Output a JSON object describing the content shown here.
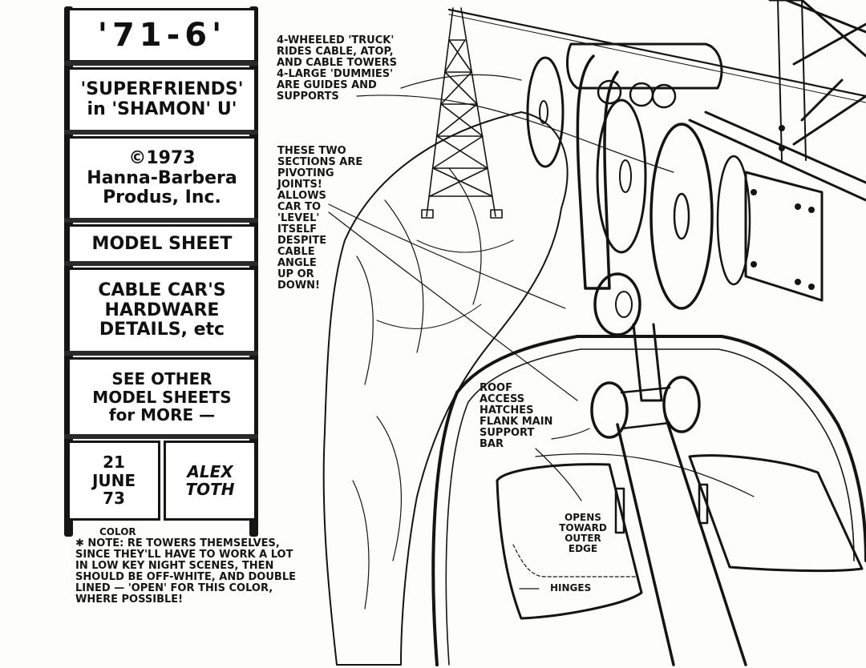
{
  "title_block": {
    "production_number": "'71-6'",
    "show_title": "'SUPERFRIENDS'\nin 'SHAMON' U'",
    "copyright": "©1973\nHanna-Barbera\nProdus, Inc.",
    "sheet_type": "MODEL SHEET",
    "subject": "CABLE CAR'S\nHARDWARE\nDETAILS, etc",
    "see_other": "SEE OTHER\nMODEL SHEETS\nfor MORE —",
    "date": "21\nJUNE\n73",
    "artist": "ALEX\nTOTH"
  },
  "annotations": {
    "truck_note": "4-WHEELED 'TRUCK'\nRIDES CABLE, ATOP,\nand CABLE TOWERS\n4-LARGE 'DUMMIES'\nARE GUIDES and\nSUPPORTS",
    "pivot_note": "THESE TWO\nSECTIONS are\nPIVOTING\nJOINTS!\nALLOWS\nCAR TO\n'LEVEL'\nITSELF\nDESPITE\nCABLE\nANGLE\nUP OR\nDOWN!",
    "roof_note": "ROOF\nACCESS\nHATCHES\nFLANK MAIN\nSUPPORT\nBAR",
    "opens_note": "OPENS\nTOWARD\nOUTER\nEDGE",
    "hinges_note": "HINGES",
    "color_label": "COLOR",
    "color_note": "✱ NOTE: RE TOWERS THEMSELVES,\nSINCE THEY'LL HAVE TO WORK a LOT\nIN LOW KEY NIGHT SCENES, THEN\nSHOULD BE OFF-WHITE, and DOUBLE\nLINED — 'OPEN' FOR THIS COLOR,\nWHERE POSSIBLE!"
  }
}
